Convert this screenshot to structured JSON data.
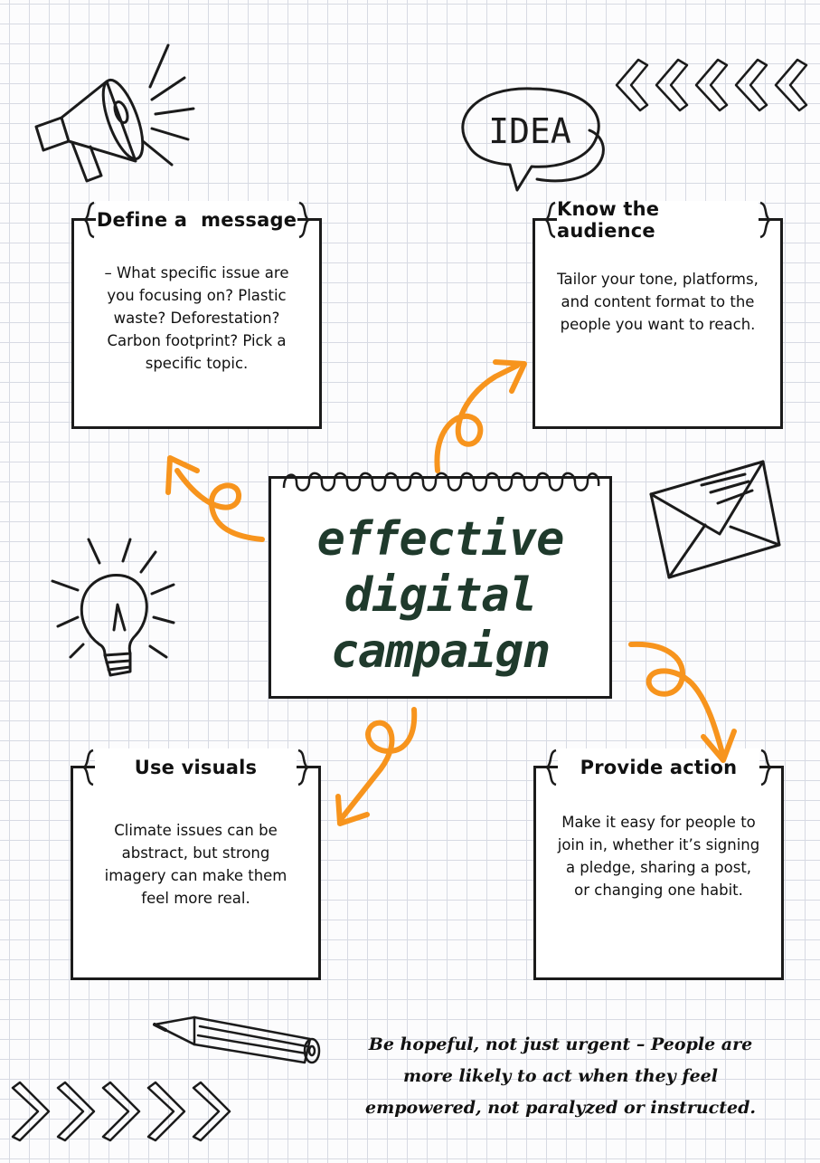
{
  "palette": {
    "accent": "#f7941d",
    "ink": "#1b1b1b",
    "title_green": "#1f3a2c",
    "grid": "#d7dae3"
  },
  "idea_bubble": {
    "text": "IDEA"
  },
  "center": {
    "lines": [
      "effective",
      "digital",
      "campaign"
    ]
  },
  "cards": {
    "define": {
      "title": "Define a  message",
      "body": "– What specific issue are you focusing on? Plastic waste? Deforestation? Carbon footprint? Pick a specific topic."
    },
    "audience": {
      "title": "Know the audience",
      "body": "Tailor your tone, platforms, and content format to the people you want to reach."
    },
    "visuals": {
      "title": "Use visuals",
      "body": "Climate issues can be abstract, but strong imagery can make them feel more real."
    },
    "action": {
      "title": "Provide action",
      "body": "Make it easy for people to join in, whether it’s signing a pledge, sharing a post, or changing one habit."
    }
  },
  "quote": {
    "text": "Be hopeful, not just urgent – People are more likely to act when they feel empowered, not paralyzed or instructed."
  },
  "icons": [
    "megaphone-icon",
    "idea-speech-bubble",
    "chevrons-left-icon",
    "envelope-icon",
    "light-bulb-icon",
    "pencil-icon",
    "chevrons-right-icon",
    "curly-arrow-icon"
  ]
}
